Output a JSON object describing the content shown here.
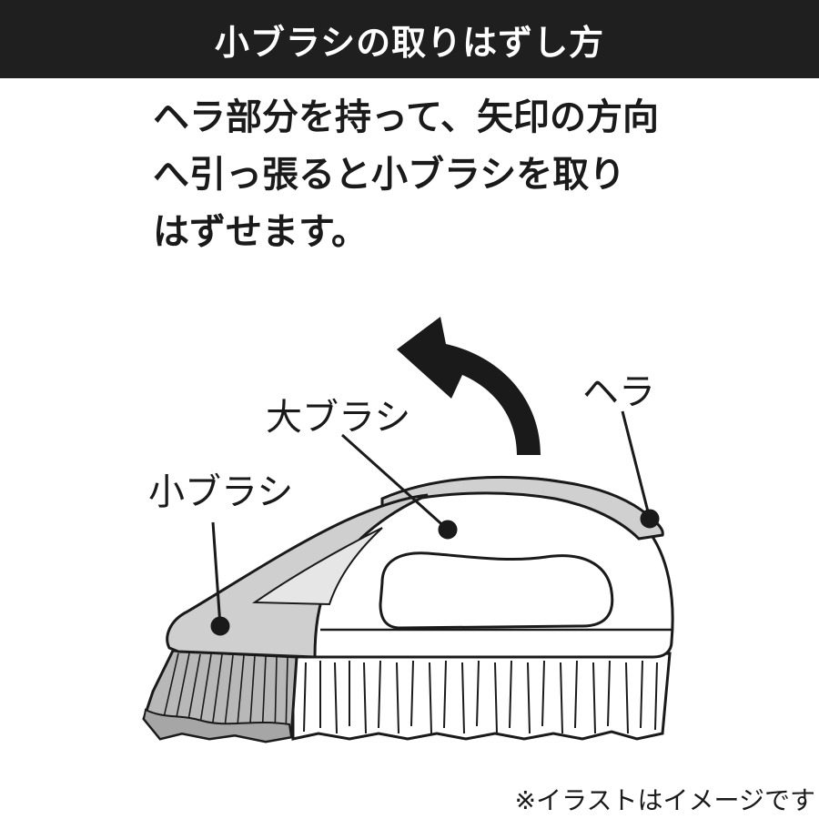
{
  "header": {
    "title": "小ブラシの取りはずし方"
  },
  "instructions": {
    "lines": [
      "ヘラ部分を持って、矢印の方向",
      "へ引っ張ると小ブラシを取り",
      "はずせます。"
    ]
  },
  "illustration": {
    "labels": {
      "large_brush": "大ブラシ",
      "spatula": "ヘラ",
      "small_brush": "小ブラシ"
    },
    "colors": {
      "outline": "#1a1a1a",
      "small_brush_fill": "#c8c8c8",
      "bristle_small": "#b4b4b4",
      "body_fill": "#ffffff",
      "arrow": "#1a1a1a"
    }
  },
  "footnote": "※イラストはイメージです"
}
